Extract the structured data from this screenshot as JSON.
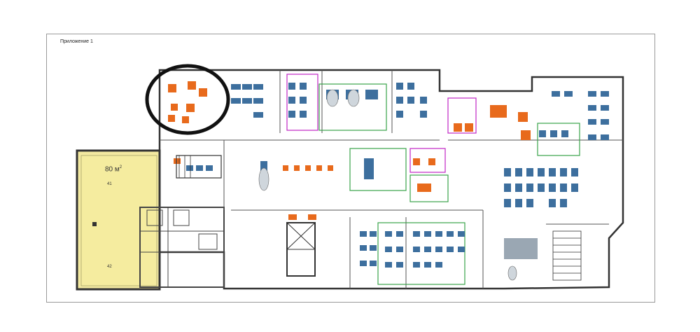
{
  "sheet": {
    "title": "Приложение 1"
  },
  "rented_area": {
    "area_text": "80 м",
    "area_sup": "2",
    "unit_top": "41",
    "unit_bottom": "42"
  },
  "colors": {
    "wall": "#333333",
    "desk_blue": "#3d6f9e",
    "chair_orange": "#e86a1c",
    "highlight_yellow": "#f3e9a0",
    "room_green": "#3aa34a",
    "room_purple": "#c026c4",
    "circle_black": "#111111"
  },
  "icons": [
    "ellipse-highlight-icon",
    "staircase-icon",
    "elevator-icon"
  ]
}
